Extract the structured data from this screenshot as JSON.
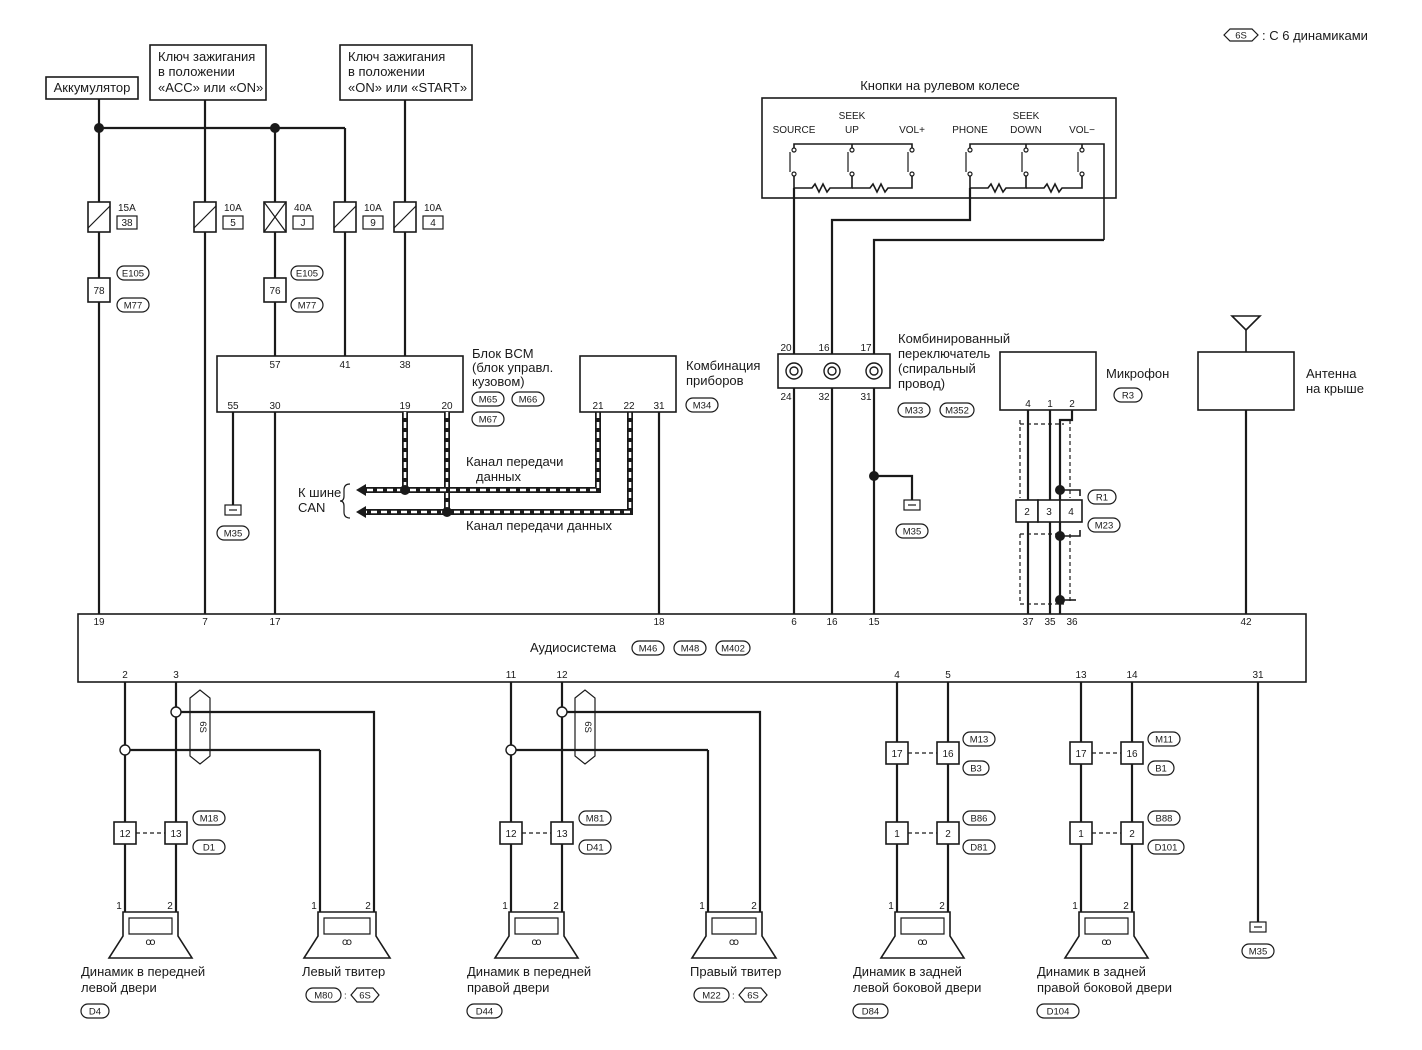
{
  "legend": {
    "tag": "6S",
    "text": ": С 6 динамиками"
  },
  "supplies": {
    "battery": "Аккумулятор",
    "acc_on": [
      "Ключ зажигания",
      "в положении",
      "«ACC» или «ON»"
    ],
    "on_start": [
      "Ключ зажигания",
      "в положении",
      "«ON» или «START»"
    ]
  },
  "fuses": [
    {
      "amp": "15A",
      "num": "38"
    },
    {
      "amp": "10A",
      "num": "5"
    },
    {
      "amp": "40A",
      "num": "J"
    },
    {
      "amp": "10A",
      "num": "9"
    },
    {
      "amp": "10A",
      "num": "4"
    }
  ],
  "connectors": {
    "E105": "E105",
    "M77": "M77",
    "pin78": "78",
    "pin76": "76",
    "M35": "M35",
    "M34": "M34",
    "M33": "M33",
    "M352": "M352",
    "R3": "R3",
    "R1": "R1",
    "M23": "M23",
    "M65": "M65",
    "M66": "M66",
    "M67": "M67",
    "M46": "M46",
    "M48": "M48",
    "M402": "M402"
  },
  "steering_switches": {
    "title": "Кнопки на рулевом колесе",
    "buttons": [
      [
        "SOURCE"
      ],
      [
        "SEEK",
        "UP"
      ],
      [
        "VOL+"
      ],
      [
        "PHONE"
      ],
      [
        "SEEK",
        "DOWN"
      ],
      [
        "VOL−"
      ]
    ]
  },
  "bcm": {
    "title": [
      "Блок BCM",
      "(блок управл.",
      "кузовом)"
    ],
    "pins_top": [
      "57",
      "41",
      "38"
    ],
    "pins_bottom": [
      "55",
      "30",
      "19",
      "20"
    ]
  },
  "cluster": {
    "title": [
      "Комбинация",
      "приборов"
    ],
    "pins": [
      "21",
      "22",
      "31"
    ]
  },
  "combi_switch": {
    "title": [
      "Комбинированный",
      "переключатель",
      "(спиральный",
      "провод)"
    ],
    "pins_top": [
      "20",
      "16",
      "17"
    ],
    "pins_bottom": [
      "24",
      "32",
      "31"
    ]
  },
  "microphone": {
    "title": "Микрофон",
    "pins": [
      "4",
      "1",
      "2"
    ],
    "joint_pins": [
      "2",
      "3",
      "4"
    ]
  },
  "antenna": {
    "title": [
      "Антенна",
      "на крыше"
    ]
  },
  "can": {
    "to_bus": [
      "К шине",
      "CAN"
    ],
    "line1": [
      "Канал передачи",
      "данных"
    ],
    "line2": "Канал передачи данных"
  },
  "audio": {
    "title": "Аудиосистема",
    "pins_top": [
      "19",
      "7",
      "17",
      "18",
      "6",
      "16",
      "15",
      "37",
      "35",
      "36",
      "42"
    ],
    "pins_bottom": [
      "2",
      "3",
      "11",
      "12",
      "4",
      "5",
      "13",
      "14",
      "31"
    ]
  },
  "speakers": [
    {
      "name": [
        "Динамик в передней",
        "левой двери"
      ],
      "conn": [
        "D4"
      ],
      "pin1": "1",
      "pin2": "2"
    },
    {
      "name": [
        "Левый твитер"
      ],
      "conn": [
        "M80",
        "6S"
      ],
      "pin1": "1",
      "pin2": "2"
    },
    {
      "name": [
        "Динамик в передней",
        "правой двери"
      ],
      "conn": [
        "D44"
      ],
      "pin1": "1",
      "pin2": "2"
    },
    {
      "name": [
        "Правый твитер"
      ],
      "conn": [
        "M22",
        "6S"
      ],
      "pin1": "1",
      "pin2": "2"
    },
    {
      "name": [
        "Динамик в задней",
        "левой боковой двери"
      ],
      "conn": [
        "D84"
      ],
      "pin1": "1",
      "pin2": "2"
    },
    {
      "name": [
        "Динамик в задней",
        "правой боковой двери"
      ],
      "conn": [
        "D104"
      ],
      "pin1": "1",
      "pin2": "2"
    }
  ],
  "inline_connectors": [
    {
      "a": "12",
      "b": "13",
      "c1": "M18",
      "c2": "D1"
    },
    {
      "a": "12",
      "b": "13",
      "c1": "M81",
      "c2": "D41"
    },
    {
      "a": "17",
      "b": "16",
      "c1": "M13",
      "c2": "B3"
    },
    {
      "a": "1",
      "b": "2",
      "c1": "B86",
      "c2": "D81"
    },
    {
      "a": "17",
      "b": "16",
      "c1": "M11",
      "c2": "B1"
    },
    {
      "a": "1",
      "b": "2",
      "c1": "B88",
      "c2": "D101"
    }
  ],
  "six_s": "6S"
}
